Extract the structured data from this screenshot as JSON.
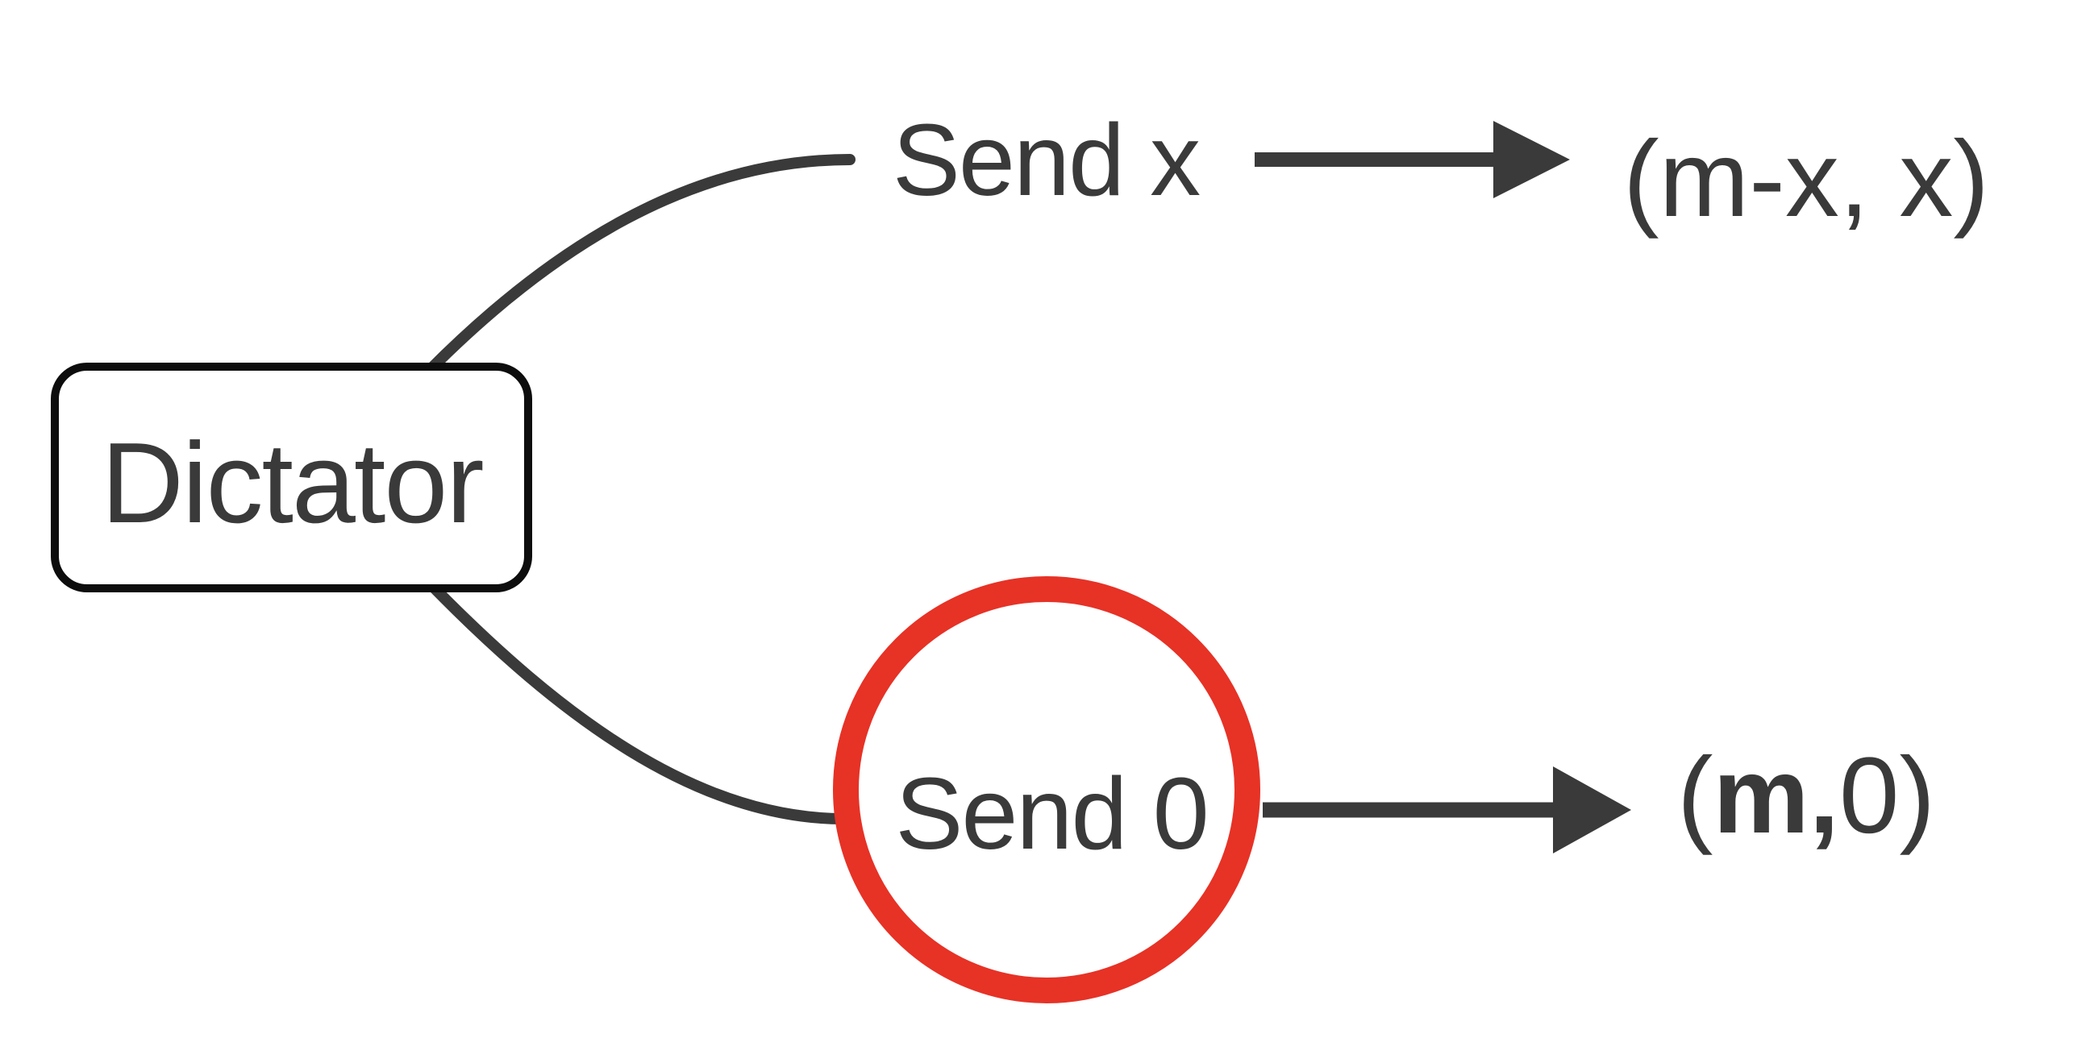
{
  "diagram": {
    "type": "game-tree",
    "player_node": {
      "label": "Dictator"
    },
    "branches": [
      {
        "action": "Send x",
        "payoff": "(m-x, x)",
        "highlighted": false
      },
      {
        "action": "Send 0",
        "payoff": "(m,0)",
        "payoff_parts": {
          "open": "(",
          "emphasis": "m,",
          "rest": "0)"
        },
        "highlighted": true
      }
    ],
    "colors": {
      "line": "#3a3a3a",
      "text": "#3a3a3a",
      "node_border": "#0d0d0d",
      "highlight_circle": "#e73226",
      "background": "#ffffff"
    }
  }
}
